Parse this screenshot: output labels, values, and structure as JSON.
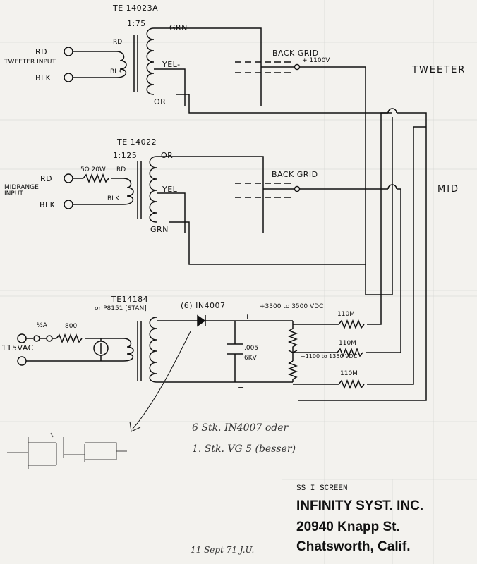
{
  "tweeter": {
    "transformer": "TE 14023A",
    "ratio": "1:75",
    "input_label": "TWEETER INPUT",
    "rd": "RD",
    "blk": "BLK",
    "prim_rd": "RD",
    "prim_blk": "BLK",
    "grn": "GRN",
    "yel": "YEL-",
    "or": "OR",
    "back_grid": "BACK GRID",
    "voltage": "+ 1100V",
    "out_label": "TWEETER"
  },
  "midrange": {
    "transformer": "TE 14022",
    "ratio": "1:125",
    "input_label": "MIDRANGE INPUT",
    "rd": "RD",
    "blk": "BLK",
    "resistor": "5Ω 20W",
    "prim_rd": "RD",
    "prim_blk": "BLK",
    "or": "OR",
    "yel": "YEL",
    "grn": "GRN",
    "back_grid": "BACK GRID",
    "out_label": "MID"
  },
  "power": {
    "transformer": "TE14184",
    "alt": "or P8151 [STAN]",
    "diode": "(6) IN4007",
    "hv": "+3300 to 3500 VDC",
    "plus": "+",
    "minus": "−",
    "fuse": "½A",
    "res800": "800",
    "vac": "115VAC",
    "cap": ".005",
    "cap_v": "6KV",
    "mid_v": "+1100 to 1350 VDC",
    "r1": "110M",
    "r2": "110M",
    "r3": "110M"
  },
  "notes": {
    "line1": "6 Stk. IN4007 oder",
    "line2": "1. Stk. VG 5 (besser)",
    "date": "11 Sept 71  J.U."
  },
  "title_block": {
    "doc": "SS I SCREEN",
    "company": "INFINITY SYST. INC.",
    "address": "20940 Knapp St.",
    "city": "Chatsworth, Calif."
  }
}
